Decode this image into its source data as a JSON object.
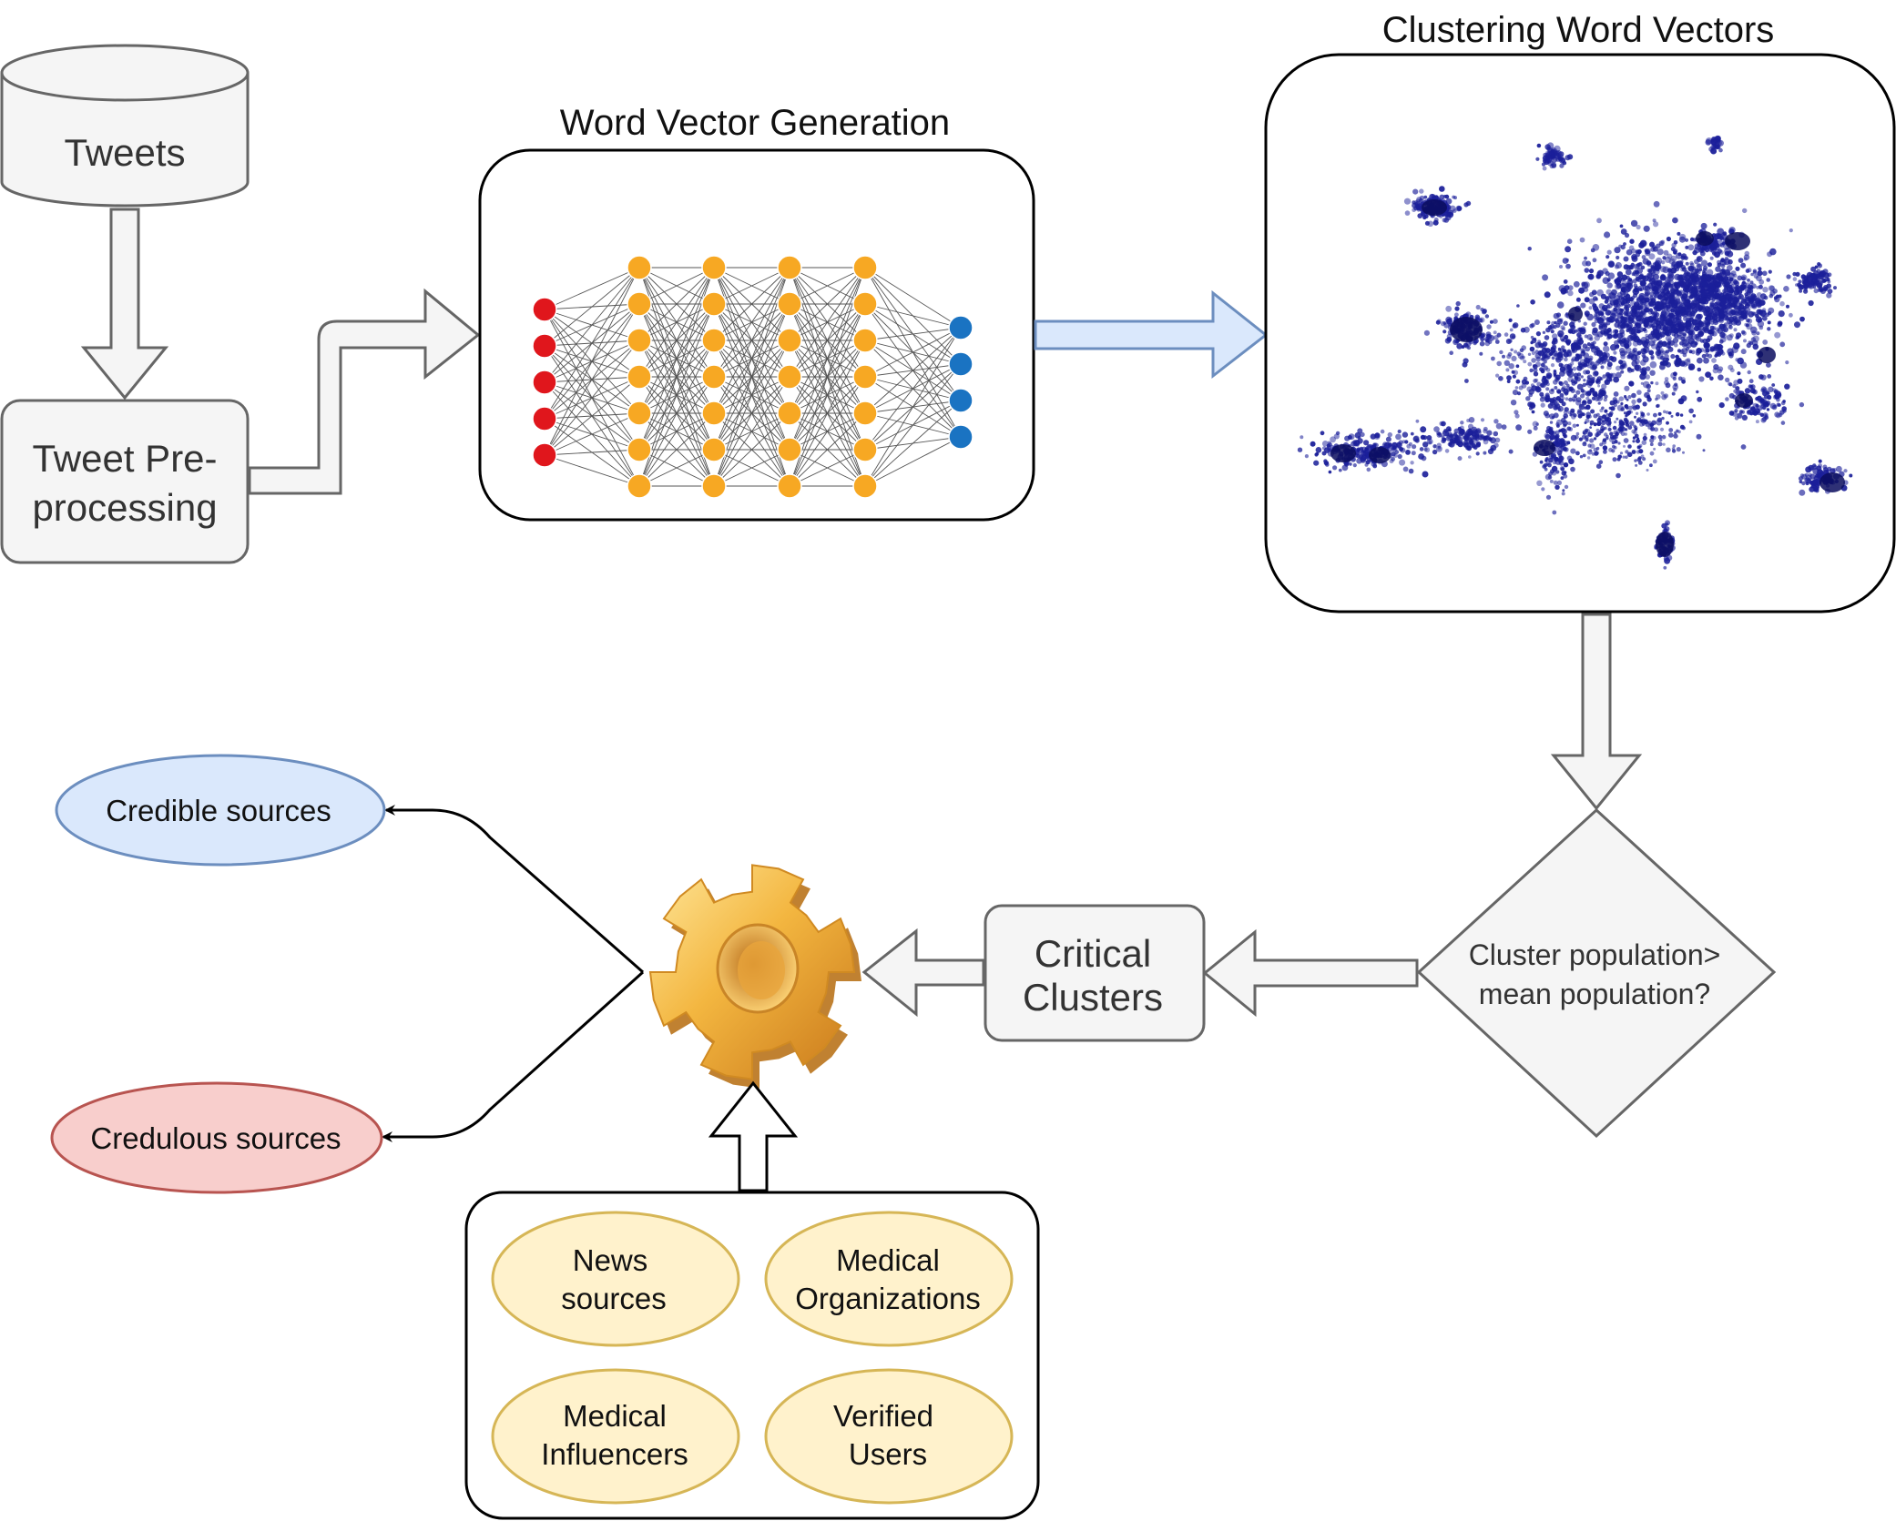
{
  "nodes": {
    "tweets": {
      "label": "Tweets"
    },
    "preprocessing": {
      "lines": [
        "Tweet Pre-",
        "processing"
      ]
    },
    "word_vector": {
      "title": "Word Vector Generation"
    },
    "clustering": {
      "title": "Clustering Word Vectors"
    },
    "decision": {
      "lines": [
        "Cluster population>",
        "mean population?"
      ]
    },
    "critical": {
      "lines": [
        "Critical",
        "Clusters"
      ]
    },
    "credible": {
      "label": "Credible sources"
    },
    "credulous": {
      "label": "Credulous sources"
    },
    "sources": [
      {
        "lines": [
          "News",
          "sources"
        ]
      },
      {
        "lines": [
          "Medical",
          "Organizations"
        ]
      },
      {
        "lines": [
          "Medical",
          "Influencers"
        ]
      },
      {
        "lines": [
          "Verified",
          "Users"
        ]
      }
    ]
  },
  "network": {
    "layers": [
      5,
      7,
      7,
      7,
      7,
      4
    ]
  },
  "icons": {
    "engine": "gear-icon",
    "database": "database-icon"
  },
  "colors": {
    "box_fill": "#f5f5f5",
    "box_stroke": "#666666",
    "input_node": "#e0161c",
    "hidden_node": "#f7a823",
    "output_node": "#1a73c2",
    "flow_arrow": "#dae8fc",
    "flow_arrow_stroke": "#6c8ebf",
    "credible_fill": "#dae8fc",
    "credible_stroke": "#6c8ebf",
    "credulous_fill": "#f8cecc",
    "credulous_stroke": "#b85450",
    "source_fill": "#fff2cc",
    "source_stroke": "#d6b656",
    "cluster_dot": "#1b1f9a"
  }
}
